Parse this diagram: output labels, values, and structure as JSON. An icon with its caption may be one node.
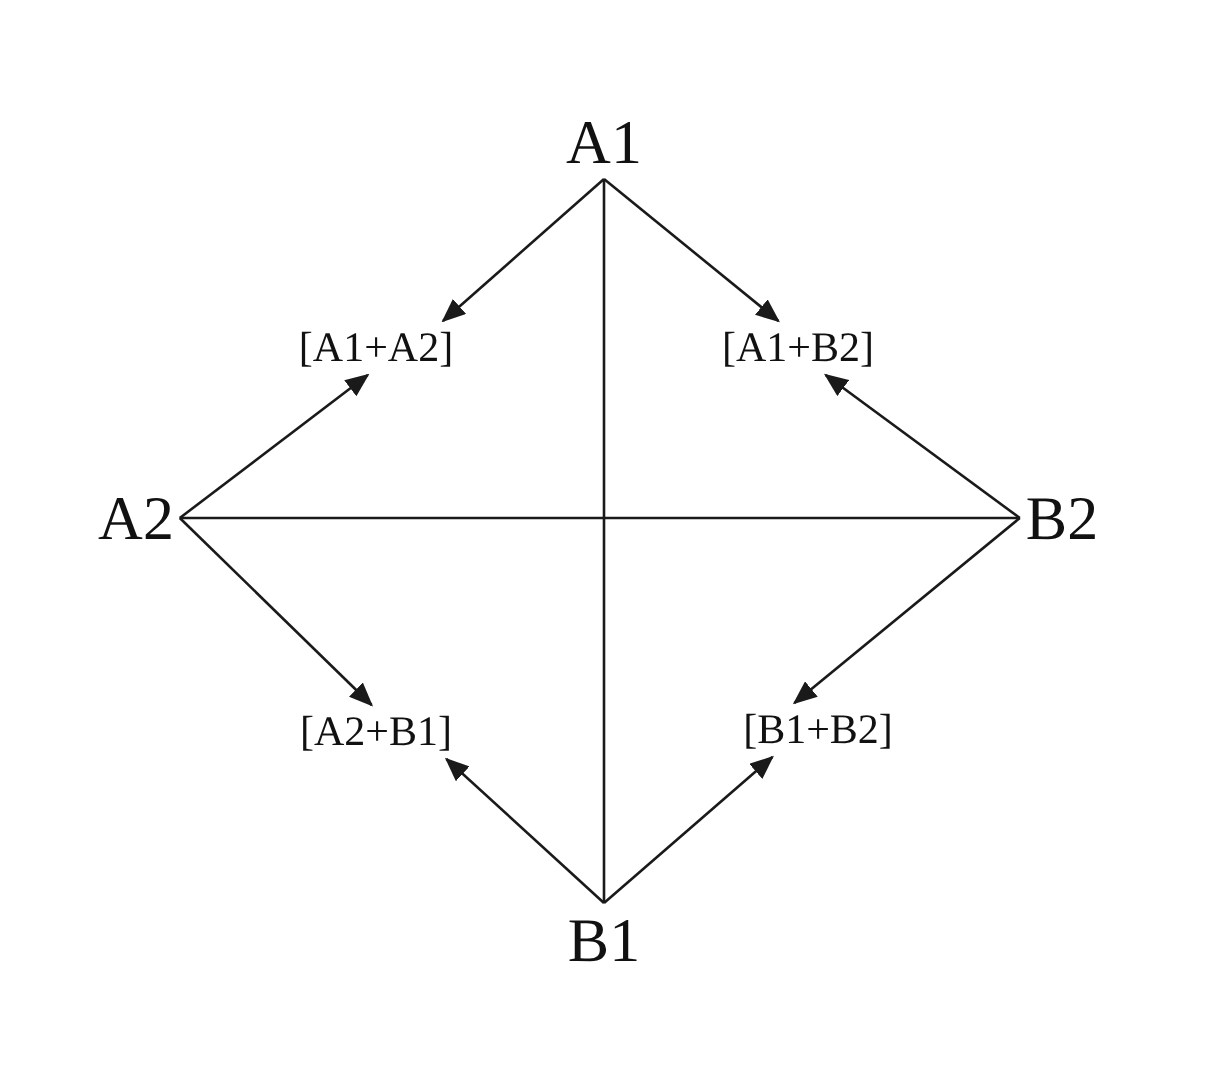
{
  "diagram": {
    "nodes": [
      {
        "text": [
          "A1"
        ]
      },
      {
        "text": [
          "[A1+A2]"
        ]
      },
      {
        "text": [
          "[A1+B2]"
        ]
      },
      {
        "text": [
          "A2"
        ]
      },
      {
        "text": [
          "B2"
        ]
      },
      {
        "text": [
          "[A2+B1]"
        ]
      },
      {
        "text": [
          "[B1+B2]"
        ]
      },
      {
        "text": [
          "B1"
        ]
      }
    ],
    "edges": [
      {
        "from": 0,
        "to": 7,
        "arrow": "none"
      },
      {
        "from": 3,
        "to": 4,
        "arrow": "none"
      },
      {
        "from": 0,
        "to": 1,
        "arrow": "to"
      },
      {
        "from": 0,
        "to": 2,
        "arrow": "to"
      },
      {
        "from": 3,
        "to": 1,
        "arrow": "to"
      },
      {
        "from": 3,
        "to": 5,
        "arrow": "to"
      },
      {
        "from": 4,
        "to": 2,
        "arrow": "to"
      },
      {
        "from": 4,
        "to": 6,
        "arrow": "to"
      },
      {
        "from": 7,
        "to": 5,
        "arrow": "to"
      },
      {
        "from": 7,
        "to": 6,
        "arrow": "to"
      }
    ]
  }
}
